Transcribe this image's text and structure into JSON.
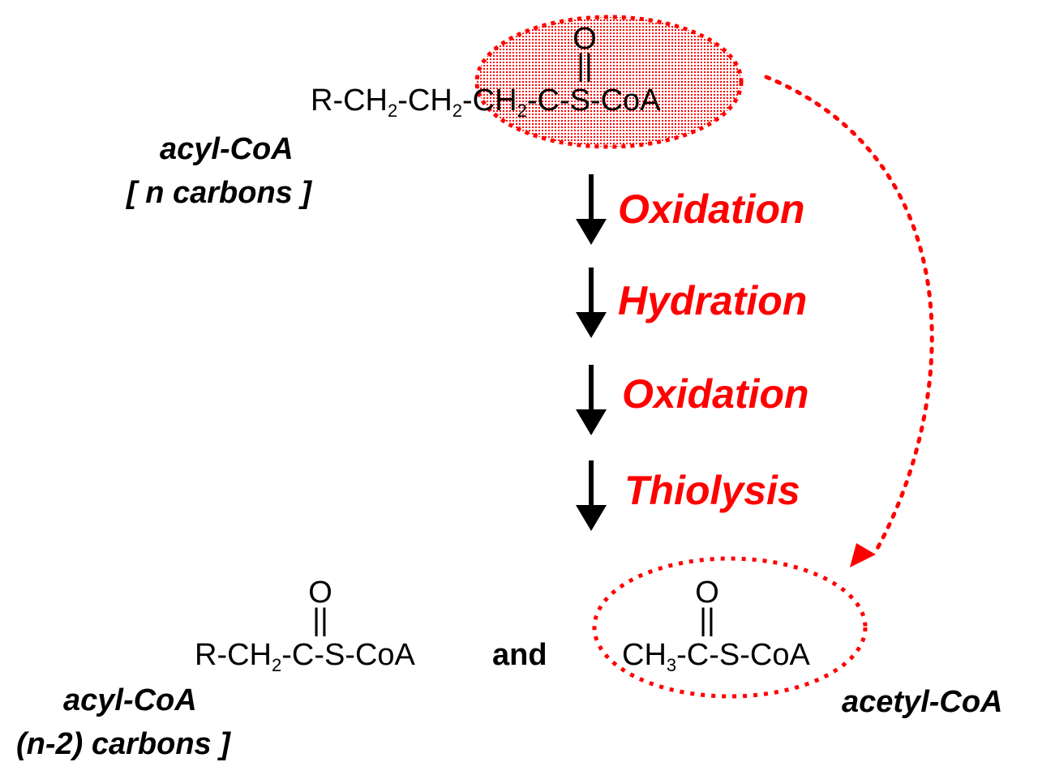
{
  "colors": {
    "accent": "#ff0000",
    "text": "#000000",
    "background": "#ffffff"
  },
  "start_molecule": {
    "carbonyl_o": "O",
    "double_bond": "||",
    "formula_parts": [
      "R-CH",
      "2",
      "-CH",
      "2",
      "-CH",
      "2",
      "-C-S-CoA"
    ],
    "name": "acyl-CoA",
    "carbons": "[ n carbons ]"
  },
  "steps": [
    {
      "label": "Oxidation"
    },
    {
      "label": "Hydration"
    },
    {
      "label": "Oxidation"
    },
    {
      "label": "Thiolysis"
    }
  ],
  "product_acyl": {
    "carbonyl_o": "O",
    "double_bond": "||",
    "formula_parts": [
      "R-CH",
      "2",
      "-C-S-CoA"
    ],
    "name": "acyl-CoA",
    "carbons": "(n-2) carbons ]"
  },
  "connector": "and",
  "product_acetyl": {
    "carbonyl_o": "O",
    "double_bond": "||",
    "formula_parts": [
      "CH",
      "3",
      "-C-S-CoA"
    ],
    "name": "acetyl-CoA"
  }
}
